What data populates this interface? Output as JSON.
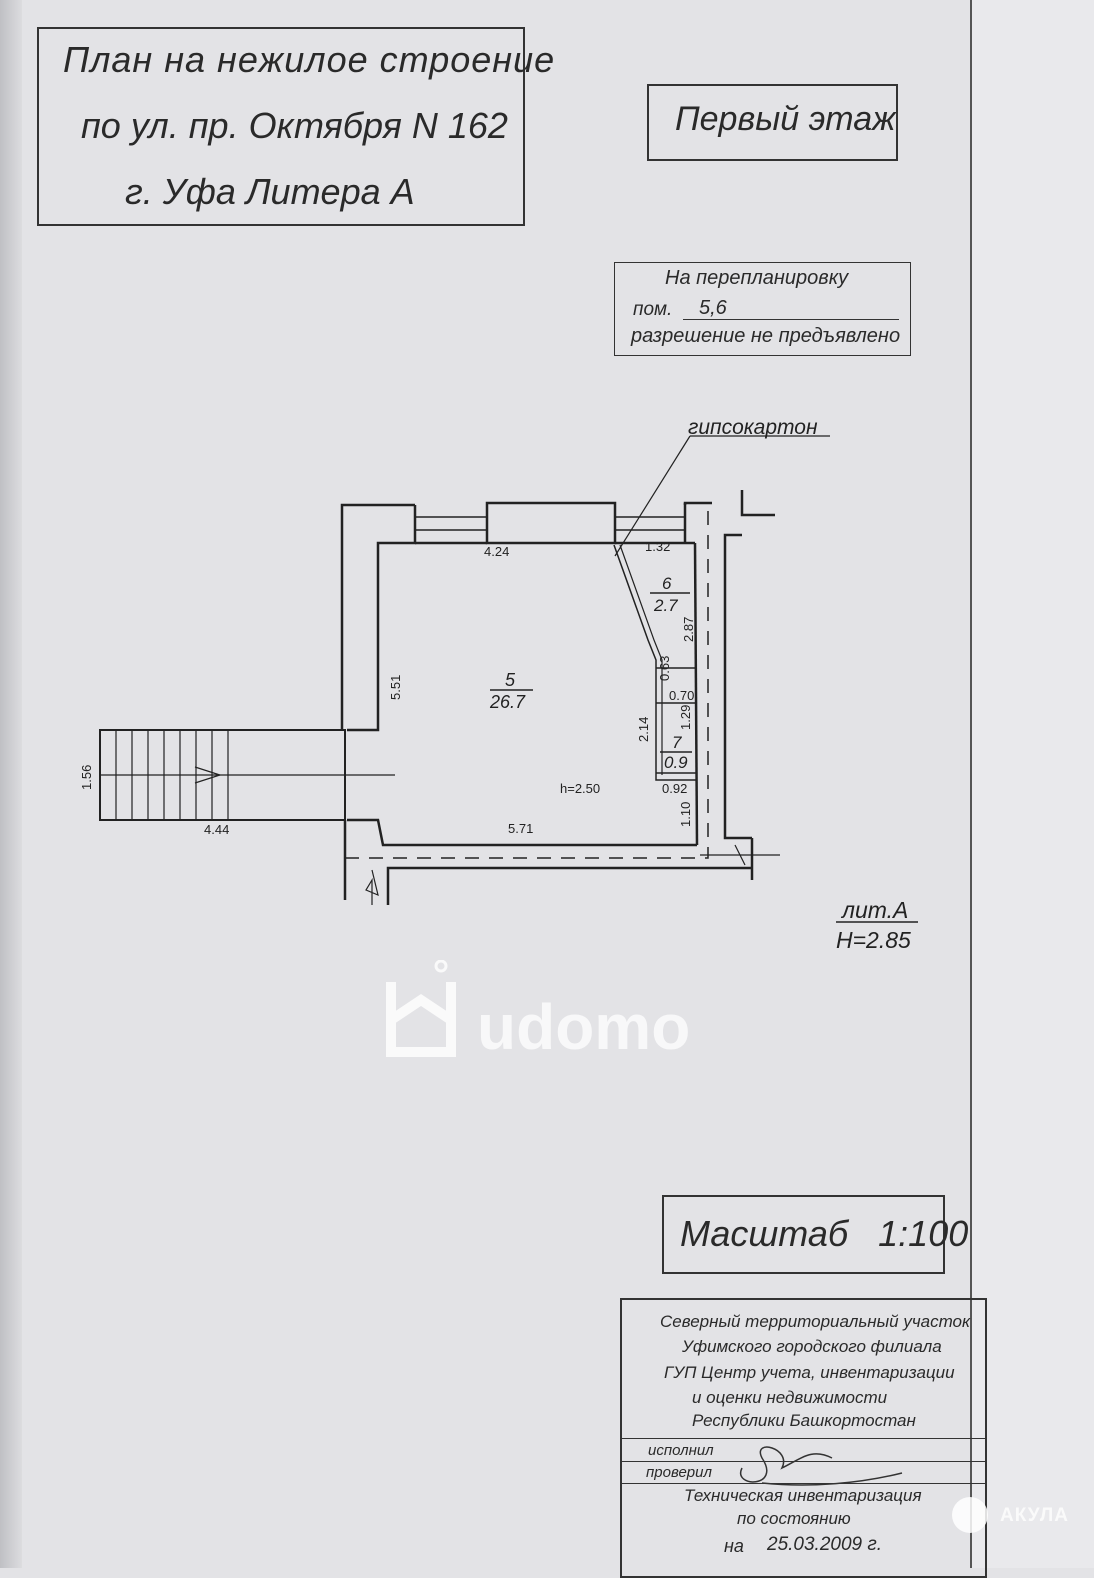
{
  "title": {
    "line1": "План на нежилое строение",
    "line2": "по ул. пр. Октября N 162",
    "line3": "г. Уфа Литера   А"
  },
  "floor_label": "Первый этаж",
  "permission_note": {
    "line1": "На перепланировку",
    "prefix": "пом.",
    "rooms": "5,6",
    "line3": "разрешение не предъявлено"
  },
  "material_label": "гипсокартон",
  "plan": {
    "rooms": [
      {
        "number": "5",
        "area": "26.7"
      },
      {
        "number": "6",
        "area": "2.7"
      },
      {
        "number": "7",
        "area": "0.9"
      }
    ],
    "dimensions": {
      "top_main": "4.24",
      "top_small": "1.32",
      "left": "5.51",
      "bottom": "5.71",
      "room6_height": "2.87",
      "d063": "0.63",
      "d070": "0.70",
      "d129": "1.29",
      "d214": "2.14",
      "d092": "0.92",
      "d110": "1.10",
      "stairs_width": "1.56",
      "stairs_length": "4.44"
    },
    "ceiling_height": "h=2.50"
  },
  "liter": {
    "name": "лит.А",
    "height": "H=2.85"
  },
  "scale": "Масштаб   1:100",
  "stamp": {
    "lines": [
      "Северный территориальный участок",
      "Уфимского городского филиала",
      "ГУП Центр учета, инвентаризации",
      "и оценки недвижимости",
      "Республики Башкортостан"
    ],
    "performed": "исполнил",
    "checked": "проверил",
    "inventory_line1": "Техническая инвентаризация",
    "inventory_line2": "по состоянию",
    "date_prefix": "на",
    "date": "25.03.2009 г."
  },
  "watermarks": {
    "udomo": "udomo",
    "akula": "АКУЛА"
  }
}
